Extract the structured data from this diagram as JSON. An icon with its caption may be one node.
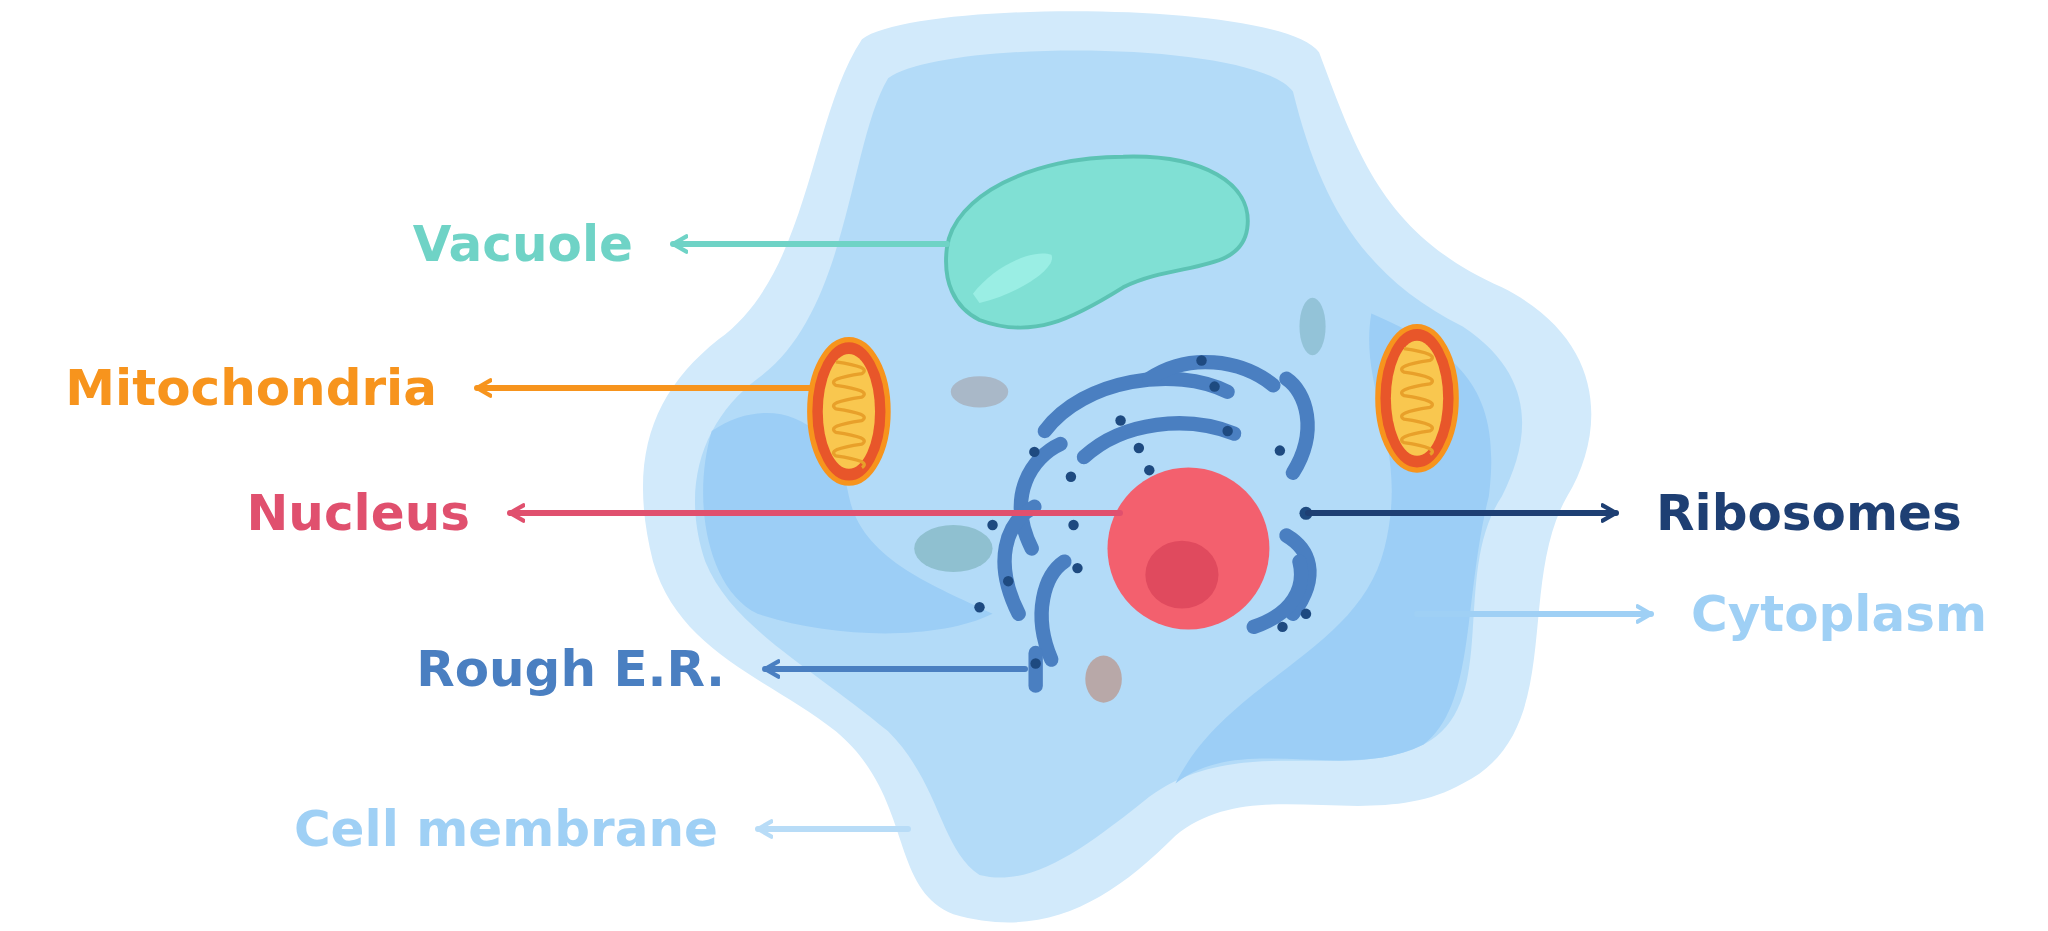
{
  "diagram": {
    "nodes": [
      {
        "text": [
          "Vacuole"
        ]
      },
      {
        "text": [
          "Mitochondria"
        ]
      },
      {
        "text": [
          "Nucleus"
        ]
      },
      {
        "text": [
          "Ribosomes"
        ]
      },
      {
        "text": [
          "Cytoplasm"
        ]
      },
      {
        "text": [
          "Rough E.R."
        ]
      },
      {
        "text": [
          "Cell membrane"
        ]
      },
      {
        "text": [],
        "shape": "picture",
        "in": 11
      },
      {
        "text": [],
        "shape": "picture",
        "in": 11
      },
      {
        "text": [],
        "shape": "picture",
        "in": 12
      },
      {
        "text": [],
        "shape": "circle",
        "in": 12
      },
      {
        "text": [],
        "shape": "picture",
        "in": 13
      },
      {
        "text": [],
        "shape": "picture",
        "in": 11
      },
      {
        "text": [],
        "shape": "picture"
      },
      {
        "text": [],
        "shape": "picture",
        "in": 11
      }
    ],
    "edges": [
      {
        "from": 7,
        "to": 0,
        "arrow": "to",
        "color": "#6fd3c6"
      },
      {
        "from": 8,
        "to": 1,
        "arrow": "to",
        "color": "#f7941d"
      },
      {
        "from": 9,
        "to": 2,
        "arrow": "to",
        "color": "#e0506e"
      },
      {
        "from": 10,
        "to": 3,
        "arrow": "to",
        "color": "#1e3f73"
      },
      {
        "from": 11,
        "to": 4,
        "arrow": "to",
        "color": "#9fd0f5"
      },
      {
        "from": 12,
        "to": 5,
        "arrow": "to",
        "color": "#4a7fc1"
      },
      {
        "from": 13,
        "to": 6,
        "arrow": "to",
        "color": "#b8dcf7"
      }
    ]
  }
}
